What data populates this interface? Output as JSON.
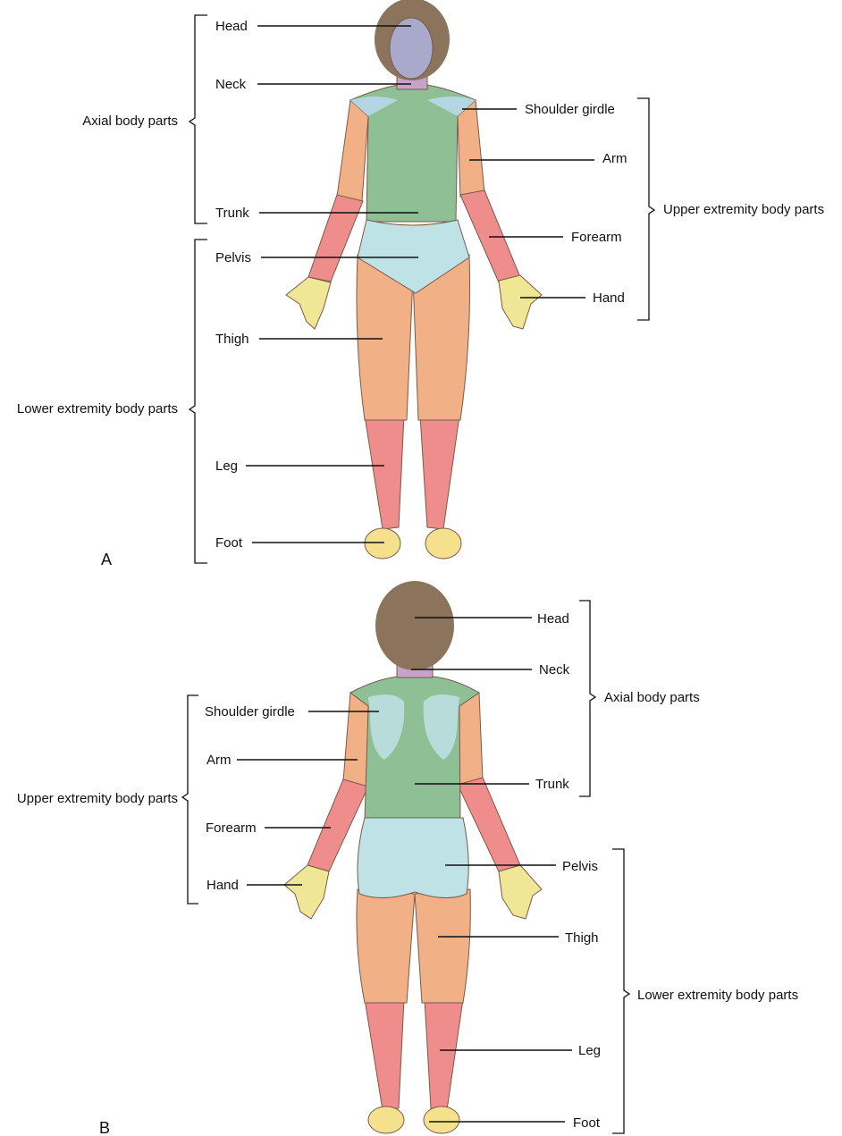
{
  "panel_a": {
    "letter": "A",
    "labels": {
      "head": "Head",
      "neck": "Neck",
      "trunk": "Trunk",
      "pelvis": "Pelvis",
      "thigh": "Thigh",
      "leg": "Leg",
      "foot": "Foot",
      "shoulder_girdle": "Shoulder girdle",
      "arm": "Arm",
      "forearm": "Forearm",
      "hand": "Hand"
    },
    "groups": {
      "axial": "Axial body parts",
      "lower": "Lower extremity body parts",
      "upper": "Upper extremity body parts"
    }
  },
  "panel_b": {
    "letter": "B",
    "labels": {
      "head": "Head",
      "neck": "Neck",
      "trunk": "Trunk",
      "pelvis": "Pelvis",
      "thigh": "Thigh",
      "leg": "Leg",
      "foot": "Foot",
      "shoulder_girdle": "Shoulder girdle",
      "arm": "Arm",
      "forearm": "Forearm",
      "hand": "Hand"
    },
    "groups": {
      "axial": "Axial body parts",
      "upper": "Upper extremity body parts",
      "lower": "Lower extremity body parts"
    }
  },
  "colors": {
    "hair": "#8b735c",
    "face": "#a9a9cc",
    "neck": "#c7a3c9",
    "trunk": "#8fbf95",
    "shoulder": "#b3d6e2",
    "arm": "#f2b086",
    "forearm": "#ef8c8c",
    "hand": "#efe795",
    "pelvis": "#bfe2e6",
    "thigh": "#f2b086",
    "leg": "#ef8c8c",
    "foot": "#f5e08e"
  }
}
